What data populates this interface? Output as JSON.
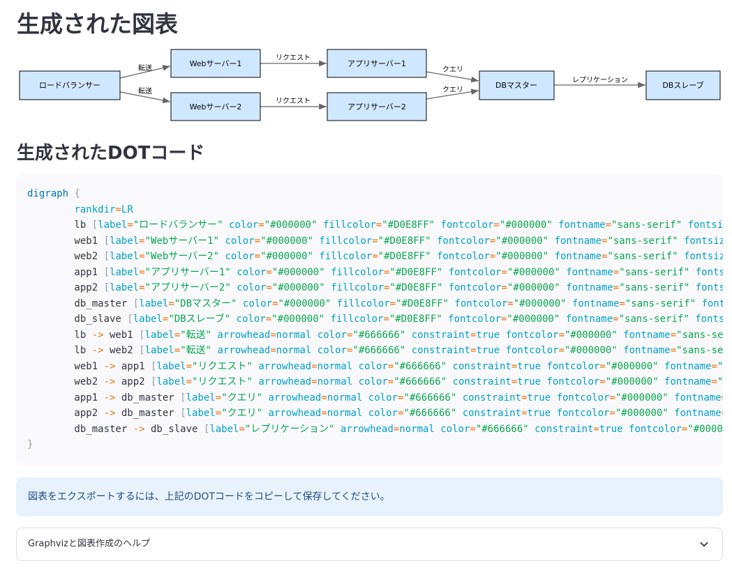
{
  "headings": {
    "diagram_title": "生成された図表",
    "code_title": "生成されたDOTコード"
  },
  "diagram": {
    "nodes": {
      "lb": "ロードバランサー",
      "web1": "Webサーバー1",
      "web2": "Webサーバー2",
      "app1": "アプリサーバー1",
      "app2": "アプリサーバー2",
      "db_master": "DBマスター",
      "db_slave": "DBスレーブ"
    },
    "edges": {
      "lb_web1": "転送",
      "lb_web2": "転送",
      "web1_app1": "リクエスト",
      "web2_app2": "リクエスト",
      "app1_db": "クエリ",
      "app2_db": "クエリ",
      "db_repl": "レプリケーション"
    },
    "node_fill": "#D0E8FF",
    "node_stroke": "#000000",
    "edge_color": "#666666"
  },
  "dot_code": {
    "header": "digraph",
    "rankdir": "rankdir=LR",
    "close": "}"
  },
  "info_message": "図表をエクスポートするには、上記のDOTコードをコピーして保存してください。",
  "expander_label": "Graphvizと図表作成のヘルプ",
  "icons": {
    "expander_icon": "chevron-down-icon"
  }
}
